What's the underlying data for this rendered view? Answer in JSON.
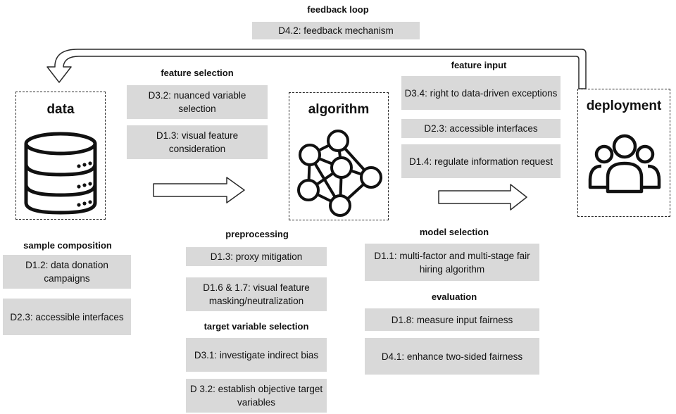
{
  "stages": {
    "data": "data",
    "algorithm": "algorithm",
    "deployment": "deployment"
  },
  "feedback": {
    "heading": "feedback loop",
    "item": "D4.2: feedback mechanism"
  },
  "feature_selection": {
    "heading": "feature selection",
    "items": [
      "D3.2: nuanced variable selection",
      "D1.3: visual feature consideration"
    ]
  },
  "feature_input": {
    "heading": "feature input",
    "items": [
      "D3.4: right to data-driven exceptions",
      "D2.3: accessible interfaces",
      "D1.4: regulate information request"
    ]
  },
  "sample_composition": {
    "heading": "sample composition",
    "items": [
      "D1.2: data donation campaigns",
      "D2.3: accessible interfaces"
    ]
  },
  "preprocessing": {
    "heading": "preprocessing",
    "items": [
      "D1.3: proxy mitigation",
      "D1.6 & 1.7: visual feature masking/neutralization"
    ]
  },
  "target_variable_selection": {
    "heading": "target variable selection",
    "items": [
      "D3.1: investigate indirect bias",
      "D 3.2: establish objective target variables"
    ]
  },
  "model_selection": {
    "heading": "model selection",
    "items": [
      "D1.1: multi-factor and multi-stage fair hiring algorithm"
    ]
  },
  "evaluation": {
    "heading": "evaluation",
    "items": [
      "D1.8: measure input fairness",
      "D4.1: enhance two-sided fairness"
    ]
  }
}
